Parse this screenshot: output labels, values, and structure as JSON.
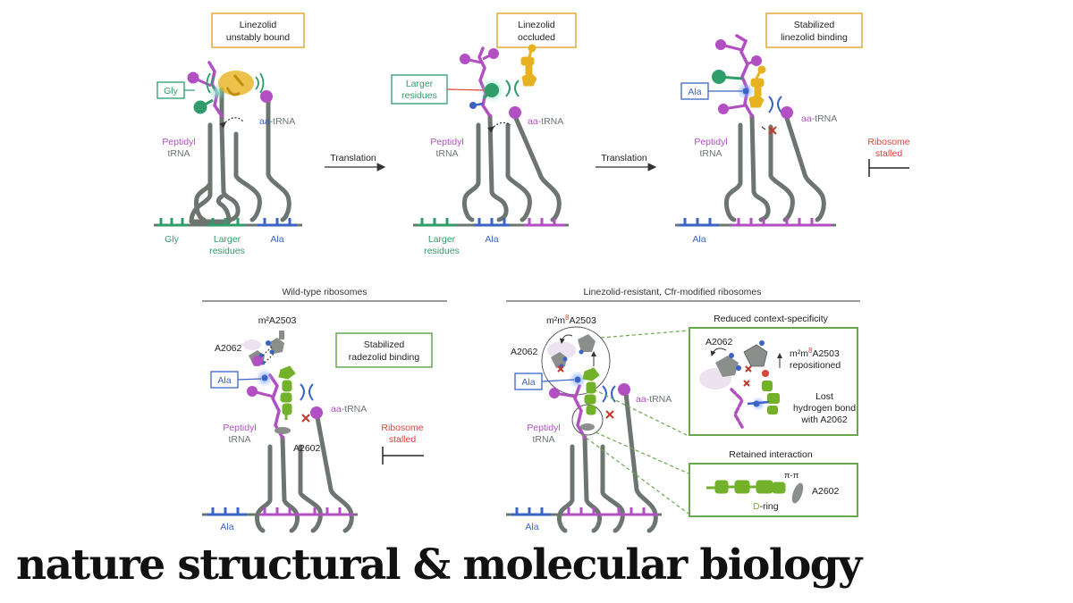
{
  "colors": {
    "gray": "#6d7570",
    "purple": "#b24fc3",
    "green": "#2f9c69",
    "blue": "#3a63c4",
    "gold": "#e7b21f",
    "lime": "#74b12a",
    "red": "#d9433a",
    "box_gold": "#e2a93a",
    "box_green": "#6aa84f",
    "box_blue": "#5b7fd0"
  },
  "panels": {
    "p1": {
      "box": [
        "Linezolid",
        "unstably bound"
      ],
      "gly_tag": "Gly",
      "aa_prefix": "aa",
      "aa_suffix": "-tRNA",
      "peptidyl": "Peptidyl",
      "trna": "tRNA",
      "mrna_gly": "Gly",
      "mrna_larger": [
        "Larger",
        "residues"
      ],
      "mrna_ala": "Ala"
    },
    "arrow1": "Translation",
    "p2": {
      "box": [
        "Linezolid",
        "occluded"
      ],
      "tag": [
        "Larger",
        "residues"
      ],
      "aa_prefix": "aa",
      "aa_suffix": "-tRNA",
      "peptidyl": "Peptidyl",
      "trna": "tRNA",
      "mrna_larger": [
        "Larger",
        "residues"
      ],
      "mrna_ala": "Ala"
    },
    "arrow2": "Translation",
    "p3": {
      "box": [
        "Stabilized",
        "linezolid binding"
      ],
      "ala_tag": "Ala",
      "aa_prefix": "aa",
      "aa_suffix": "-tRNA",
      "peptidyl": "Peptidyl",
      "trna": "tRNA",
      "mrna_ala": "Ala",
      "stalled": [
        "Ribosome",
        "stalled"
      ]
    },
    "p4": {
      "header": "Wild-type ribosomes",
      "m2a": "m²A2503",
      "a2062": "A2062",
      "box": [
        "Stabilized",
        "radezolid binding"
      ],
      "ala_tag": "Ala",
      "aa_prefix": "aa",
      "aa_suffix": "-tRNA",
      "peptidyl": "Peptidyl",
      "trna": "tRNA",
      "a2602": "A2602",
      "stalled": [
        "Ribosome",
        "stalled"
      ],
      "mrna_ala": "Ala"
    },
    "p5": {
      "header": "Linezolid-resistant, Cfr-modified ribosomes",
      "m2m8_pre": "m²m",
      "m2m8_sup": "8",
      "m2m8_post": "A2503",
      "a2062": "A2062",
      "ala_tag": "Ala",
      "aa_prefix": "aa",
      "aa_suffix": "-tRNA",
      "peptidyl": "Peptidyl",
      "trna": "tRNA",
      "mrna_ala": "Ala",
      "inset1_title": "Reduced context-specificity",
      "inset1_a2062": "A2062",
      "inset1_m2m8_pre": "m²m",
      "inset1_m2m8_sup": "8",
      "inset1_m2m8_post": "A2503",
      "inset1_repositioned": "repositioned",
      "inset1_lost": [
        "Lost",
        "hydrogen bond",
        "with A2062"
      ],
      "inset2_title": "Retained interaction",
      "inset2_pipi": "π-π",
      "inset2_dring_pre": "D",
      "inset2_dring_post": "-ring",
      "inset2_a2602": "A2602"
    }
  },
  "footer": {
    "masthead": "nature structural & molecular biology"
  }
}
